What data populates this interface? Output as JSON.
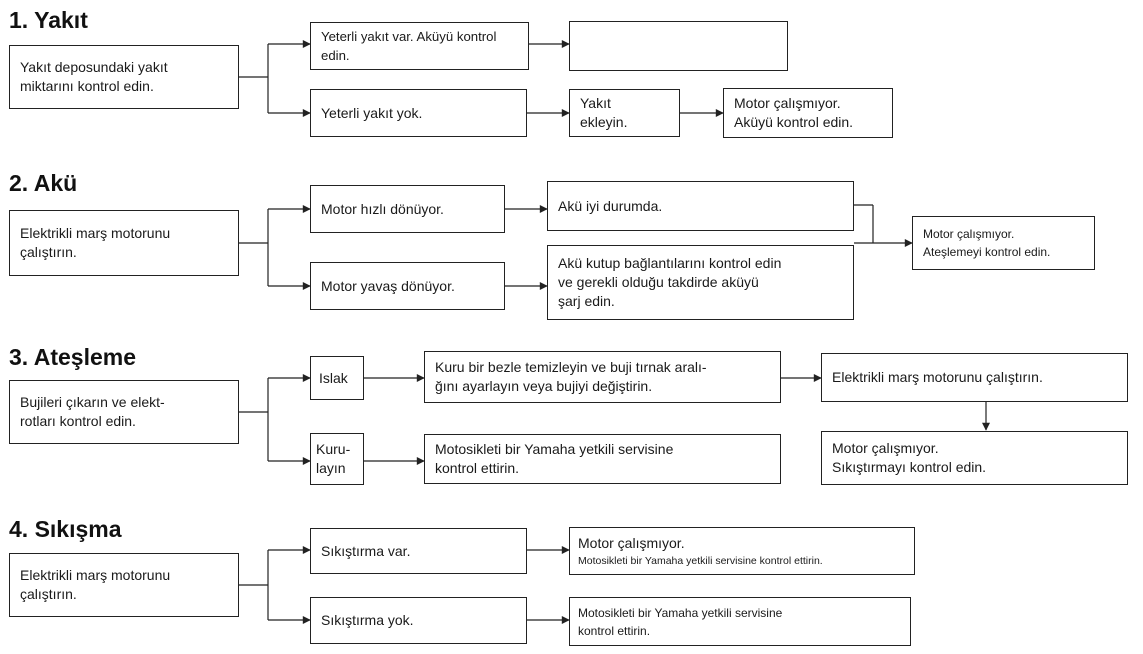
{
  "sections": {
    "fuel": {
      "title": "1. Yakıt",
      "check": "Yakıt deposundaki yakıt\nmiktarını kontrol edin.",
      "yes": "Yeterli yakıt var. Aküyü kontrol edin.",
      "no": "Yeterli yakıt yok.",
      "add": "Yakıt\nekleyin.",
      "result": "Motor çalışmıyor.\nAküyü kontrol edin."
    },
    "battery": {
      "title": "2. Akü",
      "check": "Elektrikli marş motorunu\nçalıştırın.",
      "fast": "Motor hızlı dönüyor.",
      "slow": "Motor yavaş dönüyor.",
      "good": "Akü iyi durumda.",
      "charge": "Akü kutup bağlantılarını kontrol edin\nve gerekli olduğu takdirde aküyü\nşarj edin.",
      "result": "Motor çalışmıyor.\nAteşlemeyi kontrol edin."
    },
    "ignition": {
      "title": "3. Ateşleme",
      "check": "Bujileri çıkarın ve elekt-\nrotları kontrol edin.",
      "wet": "Islak",
      "dry": "Kuru-\nlayın",
      "clean": "Kuru bir bezle temizleyin ve buji tırnak aralı-\nğını ayarlayın veya bujiyi değiştirin.",
      "service": "Motosikleti bir Yamaha yetkili servisine\nkontrol ettirin.",
      "start": "Elektrikli marş motorunu çalıştırın.",
      "result": "Motor çalışmıyor.\nSıkıştırmayı kontrol edin."
    },
    "compression": {
      "title": "4. Sıkışma",
      "check": "Elektrikli marş motorunu\nçalıştırın.",
      "yes": "Sıkıştırma var.",
      "no": "Sıkıştırma yok.",
      "result_line1": "Motor çalışmıyor.",
      "result_line2": "Motosikleti bir Yamaha yetkili servisine kontrol ettirin.",
      "service": "Motosikleti bir Yamaha yetkili servisine\nkontrol ettirin."
    }
  }
}
